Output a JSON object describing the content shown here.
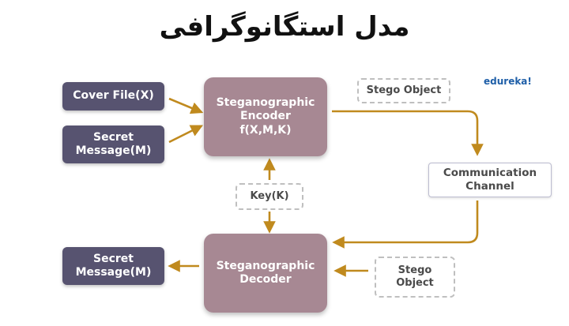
{
  "title": "مدل استگانوگرافی",
  "brand": "edureka!",
  "nodes": {
    "cover_file": "Cover File(X)",
    "secret_message_in": "Secret\nMessage(M)",
    "encoder": "Steganographic\nEncoder\nf(X,M,K)",
    "stego_object_top": "Stego Object",
    "channel": "Communication\nChannel",
    "key": "Key(K)",
    "decoder": "Steganographic\nDecoder",
    "secret_message_out": "Secret\nMessage(M)",
    "stego_object_bottom": "Stego\nObject"
  },
  "colors": {
    "dark_box": "#575370",
    "mauve_box": "#a78893",
    "arrow": "#c08a1e",
    "brand": "#1f5fa8"
  }
}
